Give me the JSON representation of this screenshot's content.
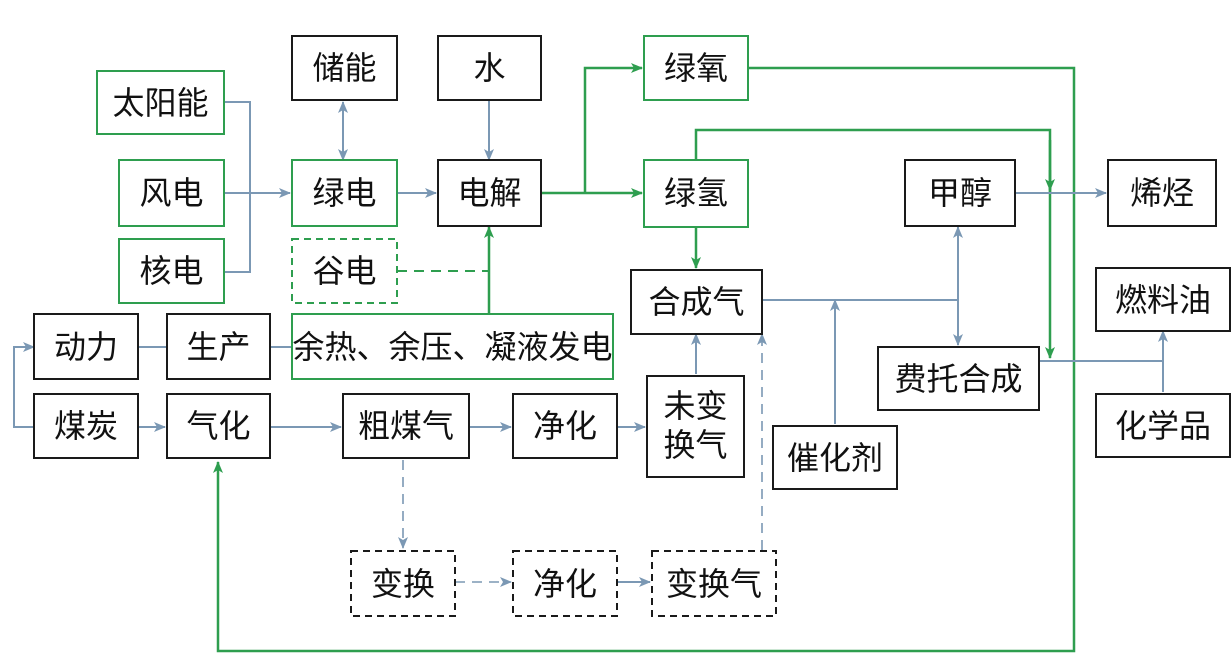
{
  "colors": {
    "green": "#2e9e4f",
    "blue": "#7b98b4",
    "black": "#1a1a1a"
  },
  "nodes": {
    "solar": "太阳能",
    "wind": "风电",
    "nuclear": "核电",
    "storage": "储能",
    "water": "水",
    "green_power": "绿电",
    "electrolysis": "电解",
    "green_oxygen": "绿氧",
    "green_hydrogen": "绿氢",
    "valley_power": "谷电",
    "waste_heat": "余热、余压、凝液发电",
    "power": "动力",
    "production": "生产",
    "coal": "煤炭",
    "gasification": "气化",
    "raw_gas": "粗煤气",
    "purify": "净化",
    "unshifted_gas_line1": "未变",
    "unshifted_gas_line2": "换气",
    "syngas": "合成气",
    "methanol": "甲醇",
    "olefins": "烯烃",
    "ft_synthesis": "费托合成",
    "fuel_oil": "燃料油",
    "chemicals": "化学品",
    "catalyst": "催化剂",
    "shift": "变换",
    "purify2": "净化",
    "shifted_gas": "变换气"
  }
}
